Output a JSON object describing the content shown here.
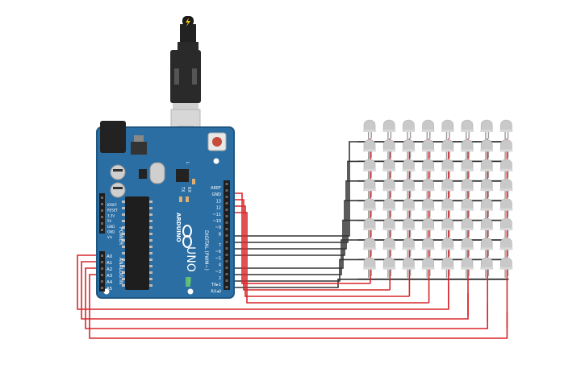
{
  "board": {
    "brand": "ARDUINO",
    "model": "UNO",
    "digital_label": "DIGITAL (PWM~)",
    "power_label": "POWER",
    "analog_label": "ANALOG IN",
    "on_label": "ON",
    "tx_label": "TX",
    "rx_label": "RX",
    "l_label": "L",
    "top_header_labels": [
      "AREF",
      "GND",
      "13",
      "12",
      "~11",
      "~10",
      "~9",
      "8"
    ],
    "bottom_header_labels": [
      "7",
      "~6",
      "~5",
      "4",
      "~3",
      "2",
      "TX▸1",
      "RX◂0"
    ],
    "power_pins": [
      "IOREF",
      "RESET",
      "3.3V",
      "5V",
      "GND",
      "GND",
      "Vin"
    ],
    "analog_pins": [
      "A0",
      "A1",
      "A2",
      "A3",
      "A4",
      "A5"
    ]
  },
  "led_matrix": {
    "rows": 8,
    "cols": 8
  },
  "colors": {
    "board": "#2b6ea3",
    "board_edge": "#1f5783",
    "header": "#1e1e1e",
    "wire_red": "#d9262a",
    "wire_black": "#333333",
    "led_body": "#c9c9c9",
    "led_leg": "#9a9a9a",
    "reset_button": "#c84a3a",
    "usb_plug": "#2a2a2a"
  },
  "icons": {
    "usb": "usb-plug-icon",
    "logo": "arduino-infinity-icon",
    "bolt": "lightning-bolt-icon"
  }
}
